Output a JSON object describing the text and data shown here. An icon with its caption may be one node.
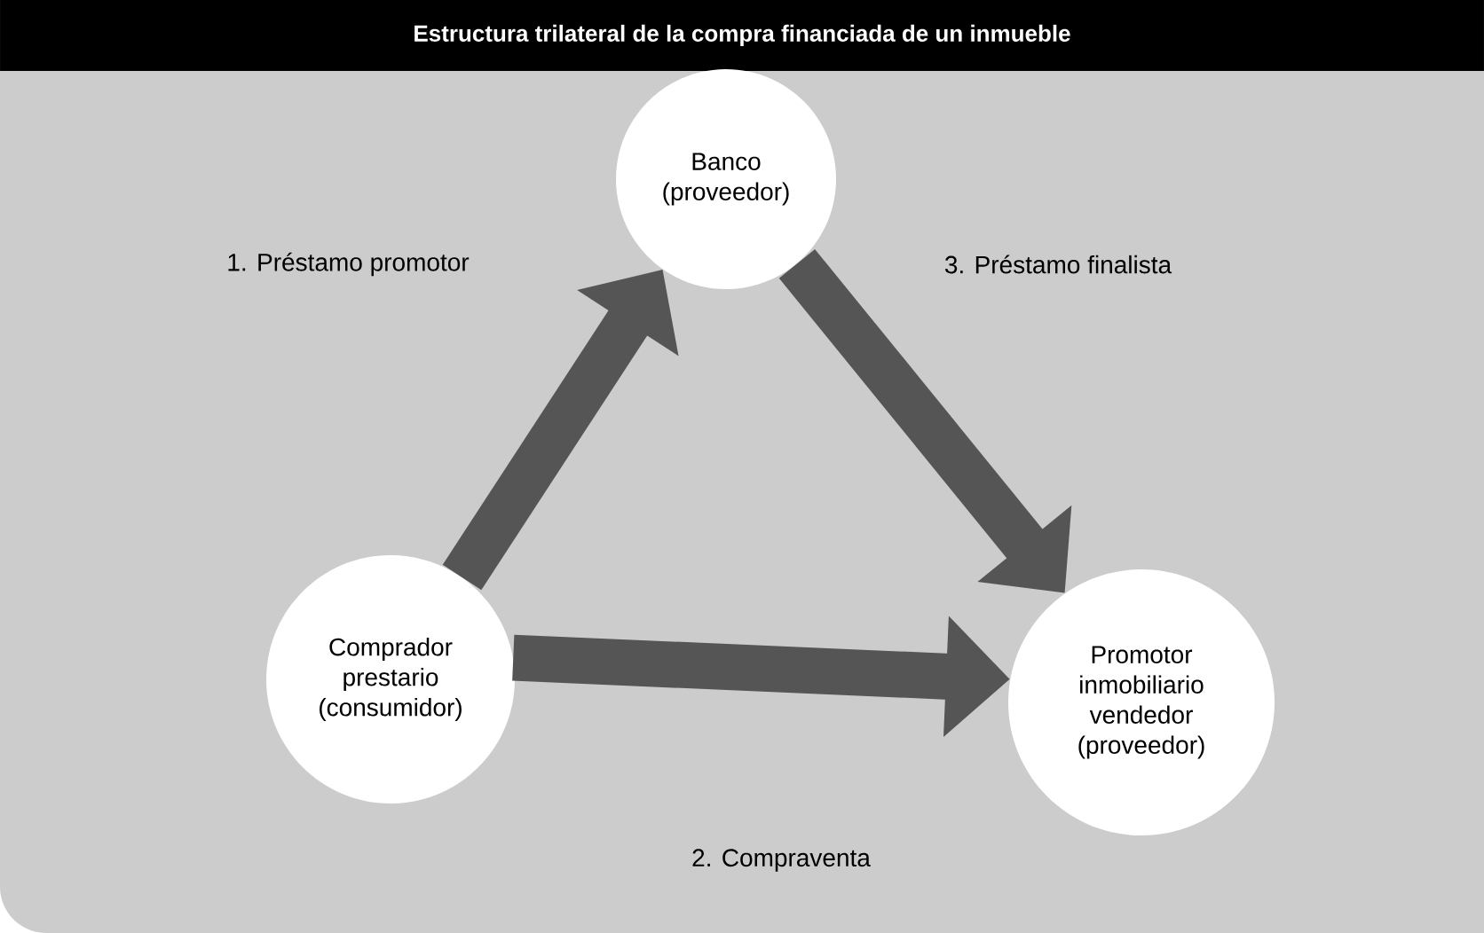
{
  "diagram": {
    "title": "Estructura trilateral de la compra financiada de un inmueble",
    "nodes": [
      {
        "text": [
          "Banco (proveedor)"
        ]
      },
      {
        "text": [
          "Comprador prestario (consumidor)"
        ]
      },
      {
        "text": [
          "Promotor inmobiliario vendedor (proveedor)"
        ]
      }
    ],
    "edges": [
      {
        "from": 1,
        "to": 0,
        "arrow": "to"
      },
      {
        "from": 1,
        "to": 2,
        "arrow": "to"
      },
      {
        "from": 0,
        "to": 2,
        "arrow": "to"
      }
    ],
    "labels": [
      "1. Préstamo promotor",
      "3. Préstamo finalista",
      "2. Compraventa"
    ]
  }
}
